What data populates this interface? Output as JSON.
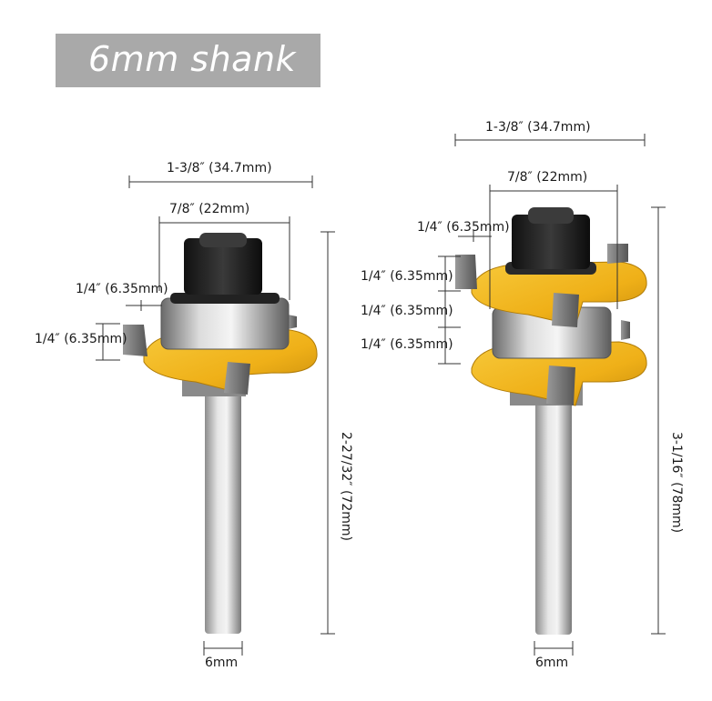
{
  "title": "6mm  shank",
  "left_bit": {
    "overall_diameter": "1-3/8″  (34.7mm)",
    "bearing_diameter": "7/8″  (22mm)",
    "groove_depth": "1/4″  (6.35mm)",
    "cutter_height": "1/4″  (6.35mm)",
    "total_length": "2-27/32″  (72mm)",
    "shank": "6mm"
  },
  "right_bit": {
    "overall_diameter": "1-3/8″  (34.7mm)",
    "bearing_diameter": "7/8″  (22mm)",
    "tongue_depth": "1/4″  (6.35mm)",
    "upper_cutter": "1/4″  (6.35mm)",
    "gap": "1/4″  (6.35mm)",
    "lower_cutter": "1/4″  (6.35mm)",
    "total_length": "3-1/16″  (78mm)",
    "shank": "6mm"
  },
  "colors": {
    "cutter_yellow": "#f2b51c",
    "carbide_grey": "#6e6e6e",
    "shank_silver": "#c9c9c9",
    "nut_black": "#1e1e1e"
  }
}
